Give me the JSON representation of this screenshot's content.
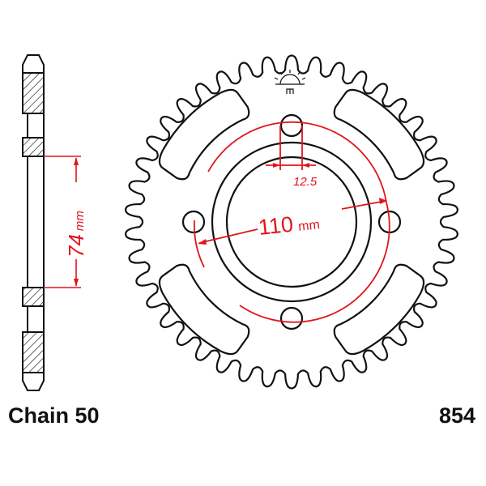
{
  "labels": {
    "chain": "Chain 50",
    "part_number": "854",
    "bolt_circle": "110",
    "bolt_circle_unit": "mm",
    "bolt_hole": "12.5",
    "center_bore": "74",
    "center_bore_unit": "mm"
  },
  "sprocket": {
    "teeth": 42,
    "bolt_holes": 4
  },
  "colors": {
    "line": "#111111",
    "dimension": "#e0161b"
  }
}
